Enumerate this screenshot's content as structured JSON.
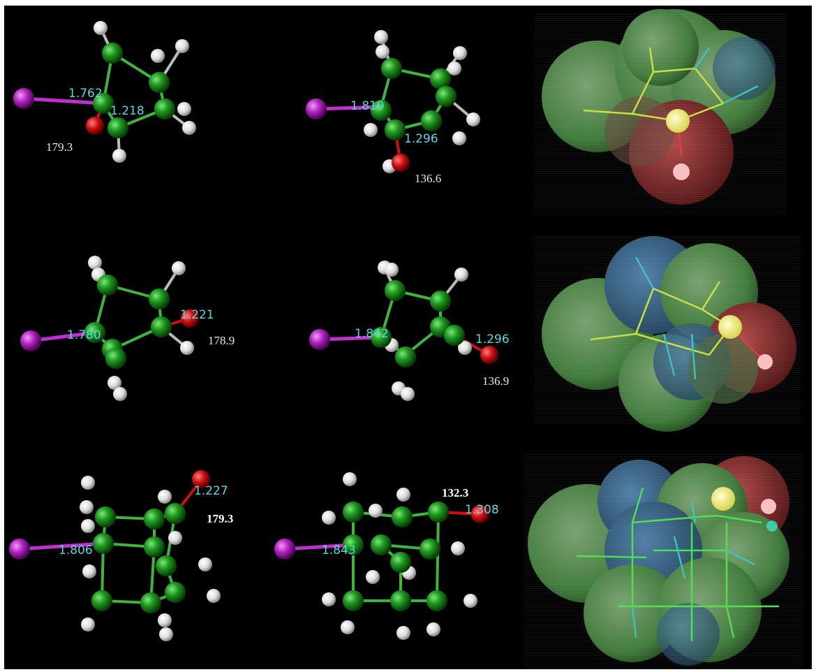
{
  "colors": {
    "background": "#000000",
    "carbon": "#1e9a1e",
    "hydrogen": "#e8e8e8",
    "oxygen": "#d01010",
    "iodine": "#b020c0",
    "bond": "#3fb53f",
    "distance_label": "#5fd6e0",
    "angle_label": "#e8e8e8"
  },
  "rows": [
    {
      "left": {
        "distance_i": "1.762",
        "distance_co": "1.218",
        "angle": "179.3"
      },
      "middle": {
        "distance_i": "1.819",
        "distance_co": "1.296",
        "angle": "136.6"
      }
    },
    {
      "left": {
        "distance_i": "1.780",
        "distance_co": "1.221",
        "angle": "178.9"
      },
      "middle": {
        "distance_i": "1.842",
        "distance_co": "1.296",
        "angle": "136.9"
      }
    },
    {
      "left": {
        "distance_i": "1.806",
        "distance_co": "1.227",
        "angle": "179.3"
      },
      "middle": {
        "distance_i": "1.843",
        "distance_co": "1.308",
        "angle": "132.3"
      }
    }
  ]
}
